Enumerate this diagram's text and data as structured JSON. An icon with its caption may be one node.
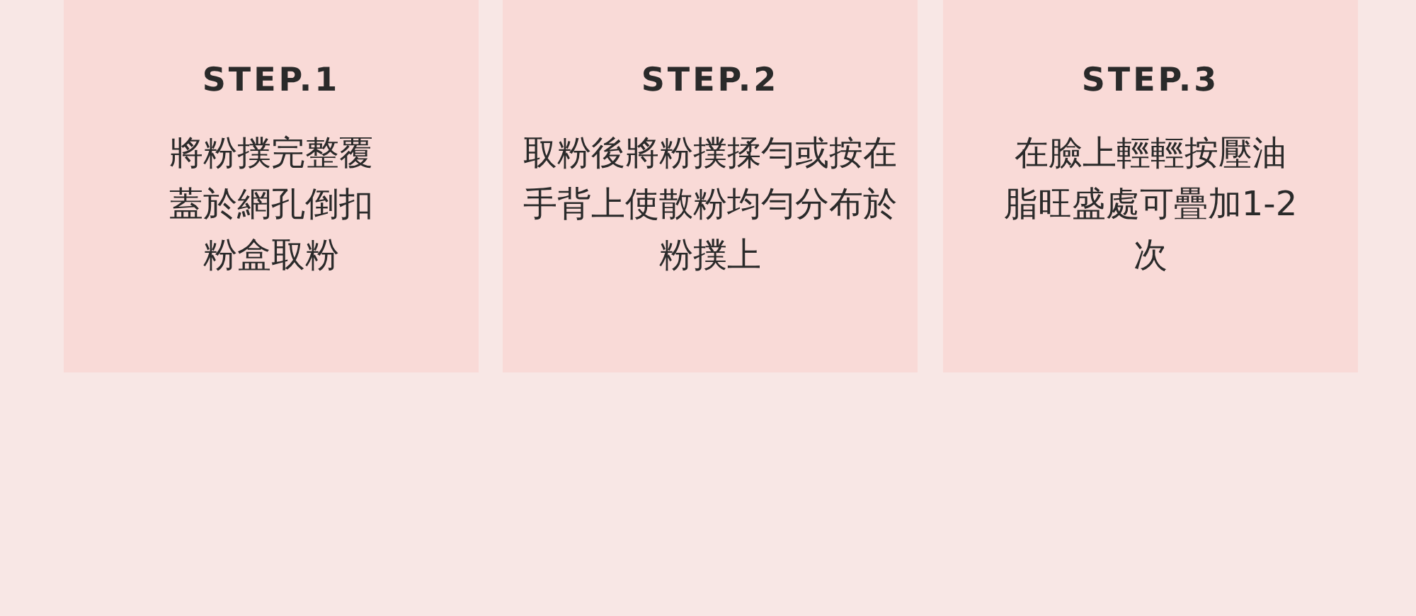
{
  "diagram": {
    "nodes": [
      {
        "text": [
          "STEP.1",
          "將粉撲完整覆蓋於網孔倒扣粉盒取粉"
        ]
      },
      {
        "text": [
          "STEP.2",
          "取粉後將粉撲揉勻或按在手背上使散粉均勻分布於粉撲上"
        ]
      },
      {
        "text": [
          "STEP.3",
          "在臉上輕輕按壓油脂旺盛處可疊加1-2次"
        ]
      }
    ]
  }
}
